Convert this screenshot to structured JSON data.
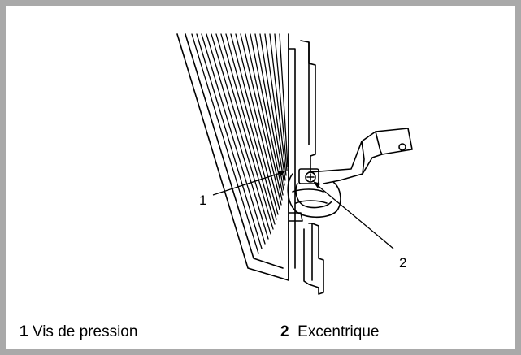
{
  "callouts": [
    {
      "num": "1"
    },
    {
      "num": "2"
    }
  ],
  "legend": [
    {
      "num": "1",
      "label": "Vis de pression"
    },
    {
      "num": "2",
      "label": "Excentrique"
    }
  ]
}
